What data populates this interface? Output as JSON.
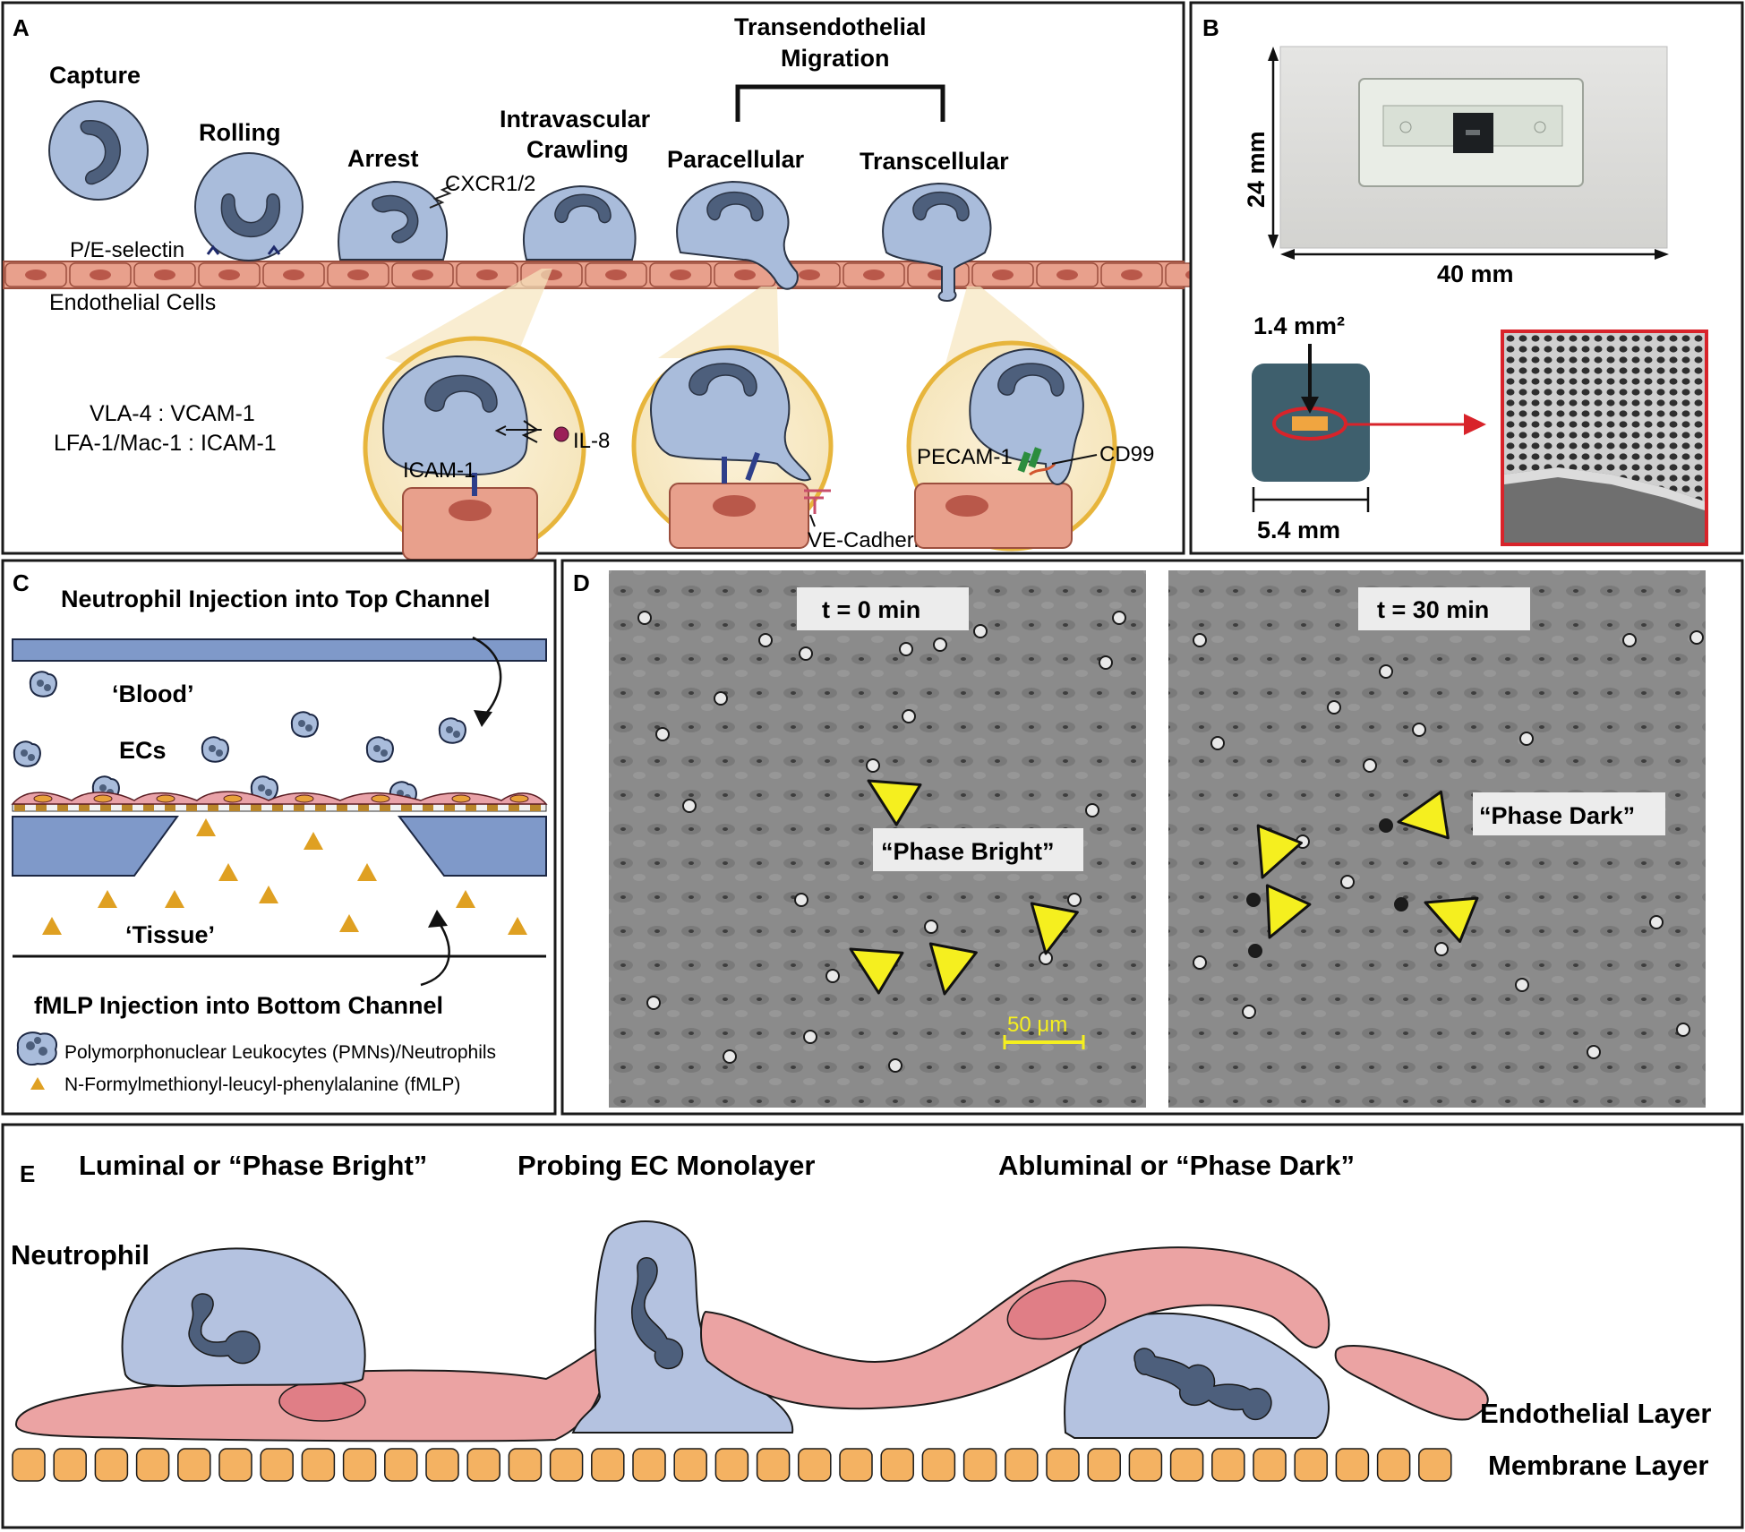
{
  "panelA": {
    "label": "A",
    "stages": {
      "capture": "Capture",
      "rolling": "Rolling",
      "arrest": "Arrest",
      "crawling1": "Intravascular",
      "crawling2": "Crawling",
      "tem1": "Transendothelial",
      "tem2": "Migration",
      "para": "Paracellular",
      "trans": "Transcellular"
    },
    "cxcr": "CXCR1/2",
    "selectin": "P/E-selectin",
    "endo": "Endothelial Cells",
    "vla": "VLA-4 : VCAM-1",
    "lfa": "LFA-1/Mac-1 : ICAM-1",
    "icam": "ICAM-1",
    "il8": "IL-8",
    "vecad": "VE-Cadherin",
    "pecam": "PECAM-1",
    "cd99": "CD99"
  },
  "panelB": {
    "label": "B",
    "height": "24 mm",
    "width": "40 mm",
    "area": "1.4 mm²",
    "chip": "5.4 mm"
  },
  "panelC": {
    "label": "C",
    "title_top": "Neutrophil Injection into Top Channel",
    "blood": "‘Blood’",
    "ecs": "ECs",
    "tissue": "‘Tissue’",
    "title_bottom": "fMLP Injection into Bottom Channel",
    "legend_pmn": "Polymorphonuclear Leukocytes (PMNs)/Neutrophils",
    "legend_fmlp": "N-Formylmethionyl-leucyl-phenylalanine (fMLP)"
  },
  "panelD": {
    "label": "D",
    "t0": "t = 0 min",
    "t30": "t = 30 min",
    "bright": "“Phase Bright”",
    "dark": "“Phase Dark”",
    "scale": "50 μm"
  },
  "panelE": {
    "label": "E",
    "luminal": "Luminal or “Phase Bright”",
    "probing": "Probing EC Monolayer",
    "abluminal": "Abluminal or “Phase Dark”",
    "neutrophil": "Neutrophil",
    "endothelial": "Endothelial Layer",
    "membrane": "Membrane Layer"
  },
  "colors": {
    "cell": "#a9bcdb",
    "nucleus": "#4d5f7c",
    "endo": "#e8a08c",
    "endo_nucleus": "#b9584a",
    "gold": "#e7b53c",
    "membrane": "#f4b262",
    "channel": "#7f99c9",
    "marker": "#f5ef1f"
  }
}
